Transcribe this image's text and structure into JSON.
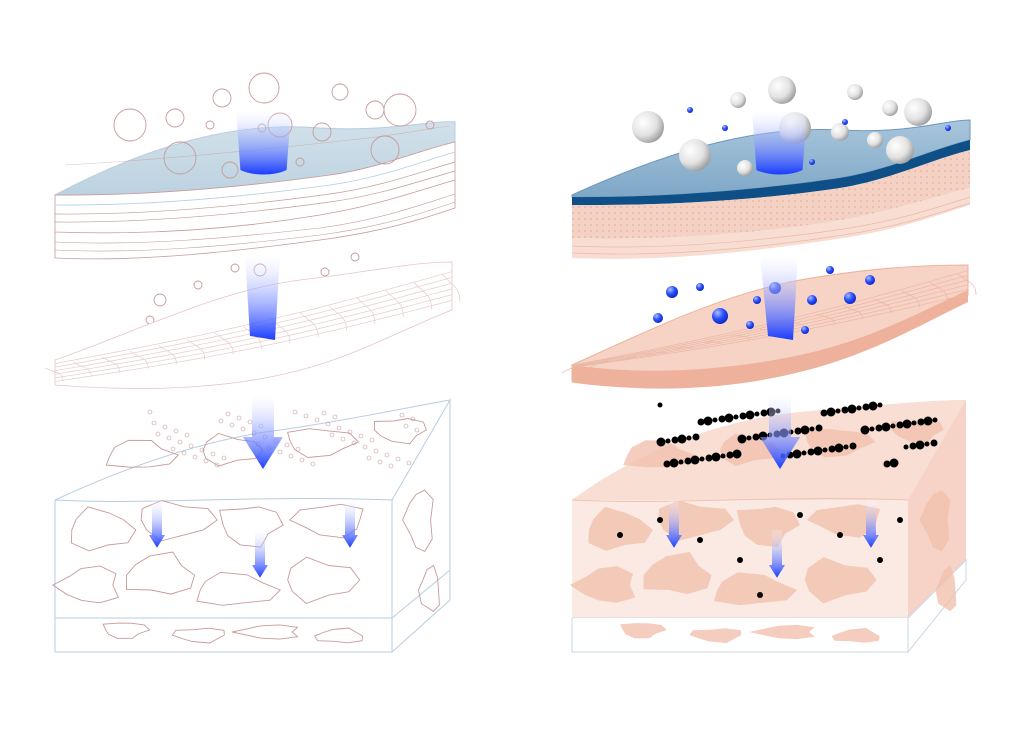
{
  "figure": {
    "panels": [
      {
        "id": "outline",
        "style": "line-art",
        "layers": [
          "surface-layer",
          "mesh-layer",
          "cellular-block"
        ],
        "arrow_color": "#1a3cff",
        "line_color": "#c79a9a",
        "edge_color": "#b8cde0",
        "surface_fill": "#c9dbe6"
      },
      {
        "id": "filled",
        "style": "colored",
        "layers": [
          "surface-layer",
          "mesh-layer",
          "cellular-block"
        ],
        "arrow_color": "#1a3cff",
        "skin_fill": "#f6d3c6",
        "skin_dark": "#eeb19c",
        "surface_fill": "#8fb3cf",
        "surface_edge": "#0d4f86",
        "droplet_color": "#1e46ff",
        "bubble_color": "#e8e8e8"
      }
    ]
  }
}
